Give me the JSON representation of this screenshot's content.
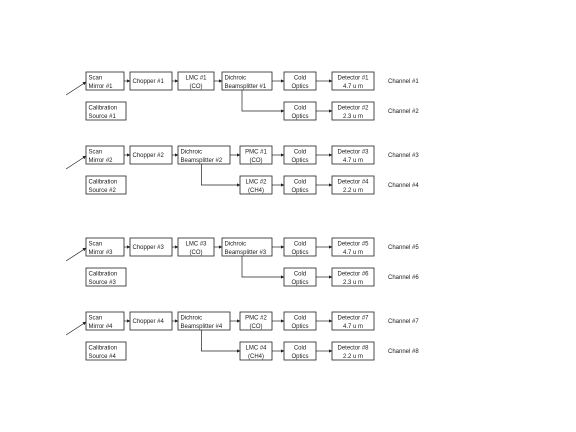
{
  "colors": {
    "line": "#222222",
    "text": "#1a1a1a",
    "background": "#ffffff"
  },
  "groups": [
    {
      "scan": [
        "Scan",
        "Mirror #1"
      ],
      "cal": [
        "Calibration",
        "Source #1"
      ],
      "chopper": [
        "Chopper #1"
      ],
      "row1": [
        [
          "LMC #1",
          "(CO)"
        ],
        [
          "Dichroic",
          "Beamsplitter #1"
        ],
        [
          "Cold",
          "Optics"
        ],
        [
          "Detector #1",
          "4.7 u m"
        ]
      ],
      "row2": [
        [
          "Cold",
          "Optics"
        ],
        [
          "Detector #2",
          "2.3 u m"
        ]
      ],
      "channels": [
        "Channel #1",
        "Channel #2"
      ]
    },
    {
      "scan": [
        "Scan",
        "Mirror #2"
      ],
      "cal": [
        "Calibration",
        "Source #2"
      ],
      "chopper": [
        "Chopper #2"
      ],
      "row1": [
        [
          "Dichroic",
          "Beamsplitter #2"
        ],
        [
          "PMC #1",
          "(CO)"
        ],
        [
          "Cold",
          "Optics"
        ],
        [
          "Detector #3",
          "4.7 u m"
        ]
      ],
      "row2": [
        [
          "LMC #2",
          "(CH4)"
        ],
        [
          "Cold",
          "Optics"
        ],
        [
          "Detector #4",
          "2.2 u m"
        ]
      ],
      "channels": [
        "Channel #3",
        "Channel #4"
      ]
    },
    {
      "scan": [
        "Scan",
        "Mirror #3"
      ],
      "cal": [
        "Calibration",
        "Source #3"
      ],
      "chopper": [
        "Chopper #3"
      ],
      "row1": [
        [
          "LMC #3",
          "(CO)"
        ],
        [
          "Dichroic",
          "Beamsplitter #3"
        ],
        [
          "Cold",
          "Optics"
        ],
        [
          "Detector #5",
          "4.7 u m"
        ]
      ],
      "row2": [
        [
          "Cold",
          "Optics"
        ],
        [
          "Detector #6",
          "2.3 u m"
        ]
      ],
      "channels": [
        "Channel #5",
        "Channel #6"
      ]
    },
    {
      "scan": [
        "Scan",
        "Mirror #4"
      ],
      "cal": [
        "Calibration",
        "Source #4"
      ],
      "chopper": [
        "Chopper #4"
      ],
      "row1": [
        [
          "Dichroic",
          "Beamsplitter #4"
        ],
        [
          "PMC #2",
          "(CO)"
        ],
        [
          "Cold",
          "Optics"
        ],
        [
          "Detector #7",
          "4.7 u m"
        ]
      ],
      "row2": [
        [
          "LMC #4",
          "(CH4)"
        ],
        [
          "Cold",
          "Optics"
        ],
        [
          "Detector #8",
          "2.2 u m"
        ]
      ],
      "channels": [
        "Channel #7",
        "Channel #8"
      ]
    }
  ]
}
